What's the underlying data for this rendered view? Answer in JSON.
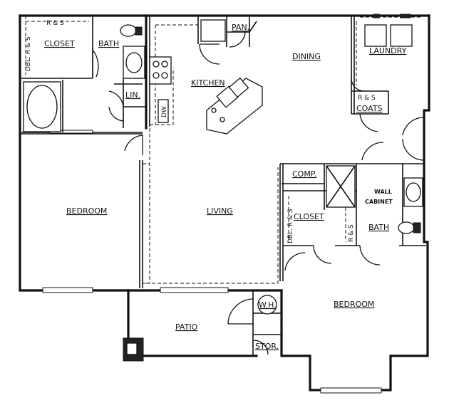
{
  "rooms": {
    "closet_master": "CLOSET",
    "bath_master": "BATH",
    "linen": "LIN.",
    "pantry": "PAN.",
    "kitchen": "KITCHEN",
    "dining": "DINING",
    "laundry": "LAUNDRY",
    "coats": "COATS",
    "bedroom_left": "BEDROOM",
    "living": "LIVING",
    "comp": "COMP.",
    "closet_right": "CLOSET",
    "wall_cabinet_1": "WALL",
    "wall_cabinet_2": "CABINET",
    "bath_right": "BATH",
    "bedroom_right": "BEDROOM",
    "patio": "PATIO",
    "water_heater": "W.H.",
    "storage": "STOR."
  },
  "fixture_notes": {
    "rs_top": "R & S",
    "dbl_rs_left": "DBL. R & S",
    "rs_coats": "R & S",
    "dbl_rs_closet": "DBL. R & S",
    "rs_closet": "R & S",
    "dw": "DW"
  }
}
